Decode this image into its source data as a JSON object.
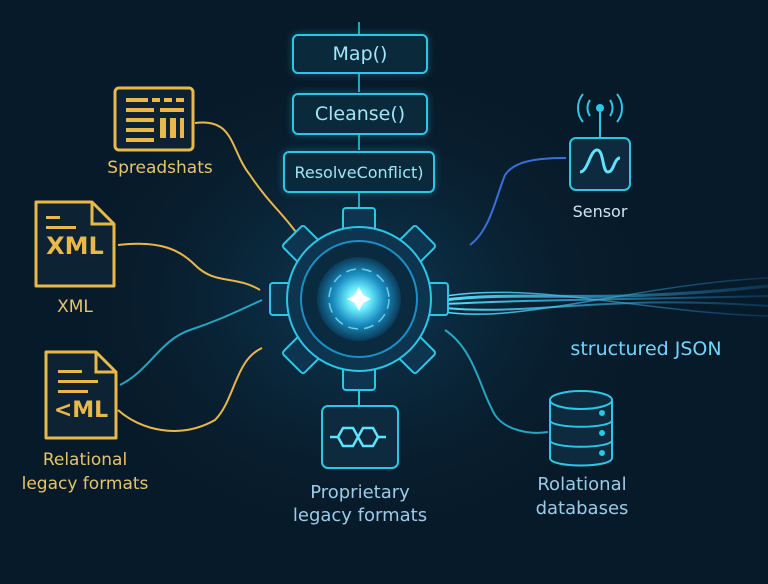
{
  "functions": [
    {
      "label": "Map()"
    },
    {
      "label": "Cleanse()"
    },
    {
      "label": "ResolveConflict)"
    }
  ],
  "sources": {
    "spreadsheets": "Spreadshats",
    "xml": "XML",
    "xml_icon_text": "XML",
    "legacy_xml_icon_text": "<ML",
    "relational_legacy": [
      "Relational",
      "legacy formats"
    ],
    "proprietary": [
      "Proprietary",
      "legacy formats"
    ],
    "sensor": "Sensor",
    "relational_db": [
      "Rolational",
      "databases"
    ]
  },
  "output": {
    "label": "structured JSON"
  },
  "colors": {
    "background": "#071a29",
    "cyan": "#2cc7e6",
    "yellow": "#e8b84a",
    "blue": "#3a6fd8"
  }
}
